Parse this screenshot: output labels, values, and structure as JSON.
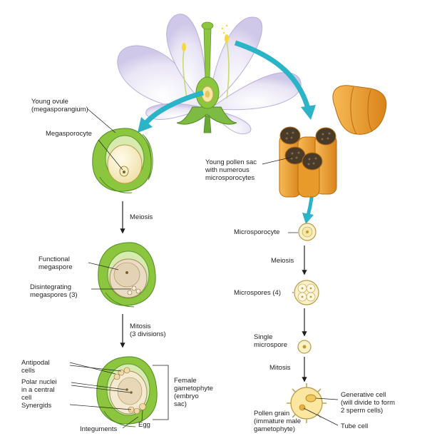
{
  "female": {
    "young_ovule": "Young ovule\n(megasporangium)",
    "megasporocyte": "Megasporocyte",
    "meiosis": "Meiosis",
    "functional_megaspore": "Functional\nmegaspore",
    "disintegrating": "Disintegrating\nmegaspores (3)",
    "mitosis": "Mitosis\n(3 divisions)",
    "antipodal": "Antipodal\ncells",
    "polar_nuclei": "Polar nuclei\nin a central\ncell",
    "synergids": "Synergids",
    "integuments": "Integuments",
    "egg": "Egg",
    "female_gametophyte": "Female\ngametophyte\n(embryo\nsac)"
  },
  "male": {
    "pollen_sac": "Young pollen sac\nwith numerous\nmicrosporocytes",
    "microsporocyte": "Microsporocyte",
    "meiosis": "Meiosis",
    "microspores": "Microspores (4)",
    "single_microspore": "Single\nmicrospore",
    "mitosis": "Mitosis",
    "generative_cell": "Generative cell\n(will divide to form\n2 sperm cells)",
    "pollen_grain": "Pollen grain\n(immature male\ngametophyte)",
    "tube_cell": "Tube cell"
  },
  "colors": {
    "ovule_green": "#8cc63f",
    "ovule_light": "#d7ebb0",
    "pollen_orange": "#f0a030",
    "arrow_teal": "#2bb3c8",
    "cell_cream": "#fbf1c8"
  }
}
